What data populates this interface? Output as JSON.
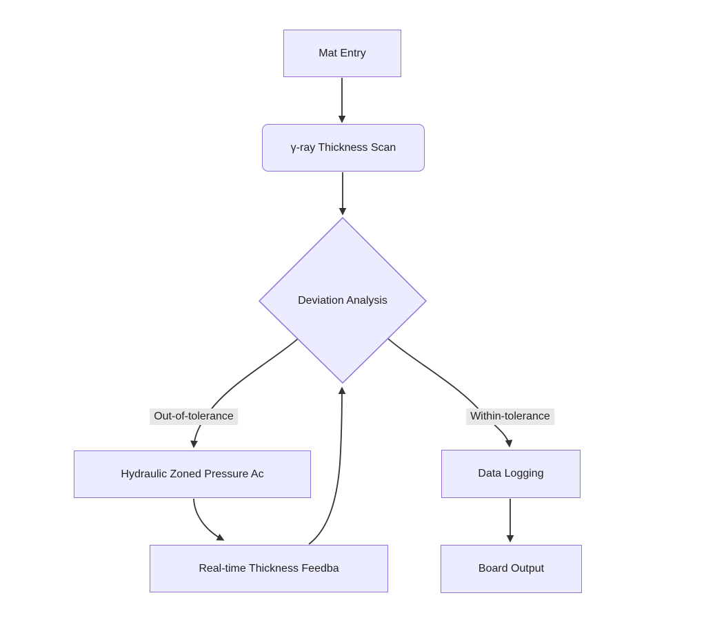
{
  "diagram": {
    "type": "flowchart",
    "background": "#ffffff",
    "colors": {
      "node_fill": "#ECECFF",
      "node_border": "#9370DB",
      "edge_stroke": "#333333",
      "edge_label_bg": "#e8e8e8",
      "text": "#1f1f1f"
    },
    "nodes": {
      "mat_entry": {
        "label": "Mat Entry",
        "shape": "rect"
      },
      "gamma_scan": {
        "label": "γ-ray Thickness Scan",
        "shape": "rounded-rect"
      },
      "deviation": {
        "label": "Deviation Analysis",
        "shape": "diamond"
      },
      "hydraulic": {
        "label": "Hydraulic Zoned Pressure Ac",
        "shape": "rect"
      },
      "realtime": {
        "label": "Real-time Thickness Feedba",
        "shape": "rect"
      },
      "data_logging": {
        "label": "Data Logging",
        "shape": "rect"
      },
      "board_output": {
        "label": "Board Output",
        "shape": "rect"
      }
    },
    "edge_labels": {
      "out_of_tolerance": "Out-of-tolerance",
      "within_tolerance": "Within-tolerance"
    },
    "edges": [
      {
        "from": "Mat Entry",
        "to": "γ-ray Thickness Scan",
        "label": ""
      },
      {
        "from": "γ-ray Thickness Scan",
        "to": "Deviation Analysis",
        "label": ""
      },
      {
        "from": "Deviation Analysis",
        "to": "Hydraulic Zoned Pressure Ac",
        "label": "Out-of-tolerance"
      },
      {
        "from": "Deviation Analysis",
        "to": "Data Logging",
        "label": "Within-tolerance"
      },
      {
        "from": "Hydraulic Zoned Pressure Ac",
        "to": "Real-time Thickness Feedba",
        "label": ""
      },
      {
        "from": "Real-time Thickness Feedba",
        "to": "Deviation Analysis",
        "label": ""
      },
      {
        "from": "Data Logging",
        "to": "Board Output",
        "label": ""
      }
    ]
  }
}
